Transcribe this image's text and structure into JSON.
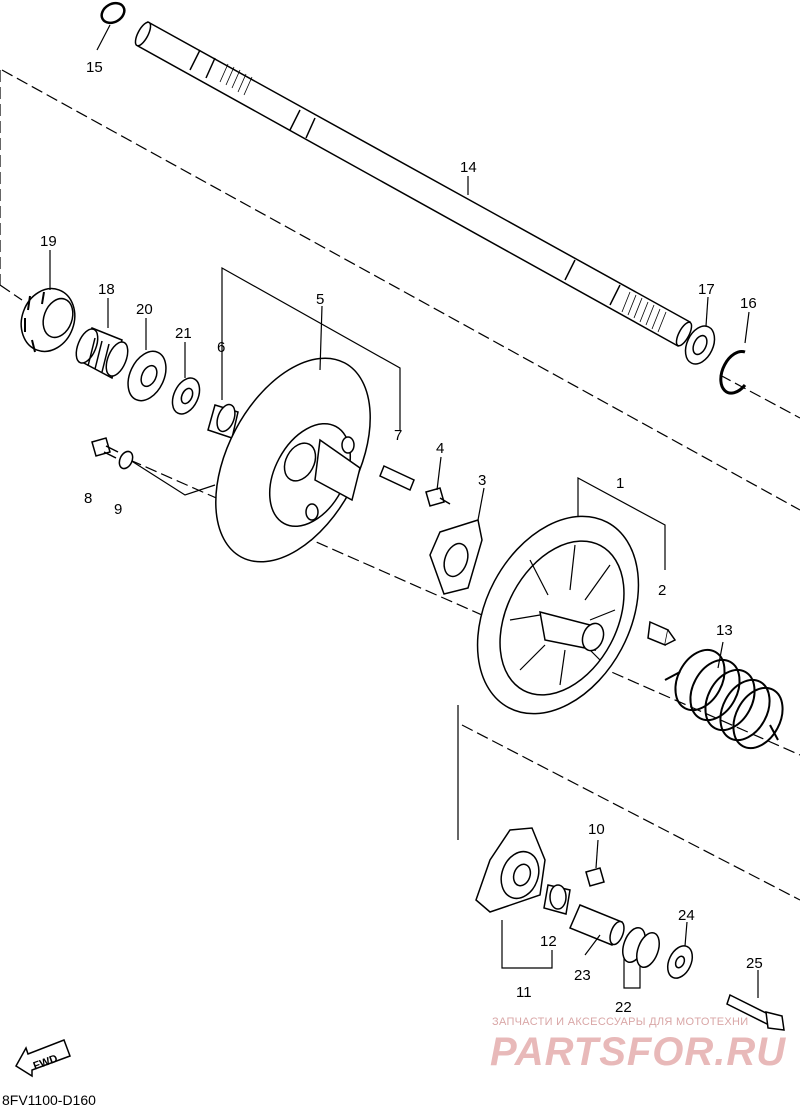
{
  "diagram_code": "8FV1100-D160",
  "fwd_label": "FWD",
  "watermark": {
    "caption": "ЗАПЧАСТИ И АКСЕССУАРЫ ДЛЯ МОТОТЕХНИ",
    "brand": "PARTSFOR.RU"
  },
  "callouts": [
    "1",
    "2",
    "3",
    "4",
    "5",
    "6",
    "7",
    "8",
    "9",
    "10",
    "11",
    "12",
    "13",
    "14",
    "15",
    "16",
    "17",
    "18",
    "19",
    "20",
    "21",
    "22",
    "23",
    "24",
    "25"
  ]
}
